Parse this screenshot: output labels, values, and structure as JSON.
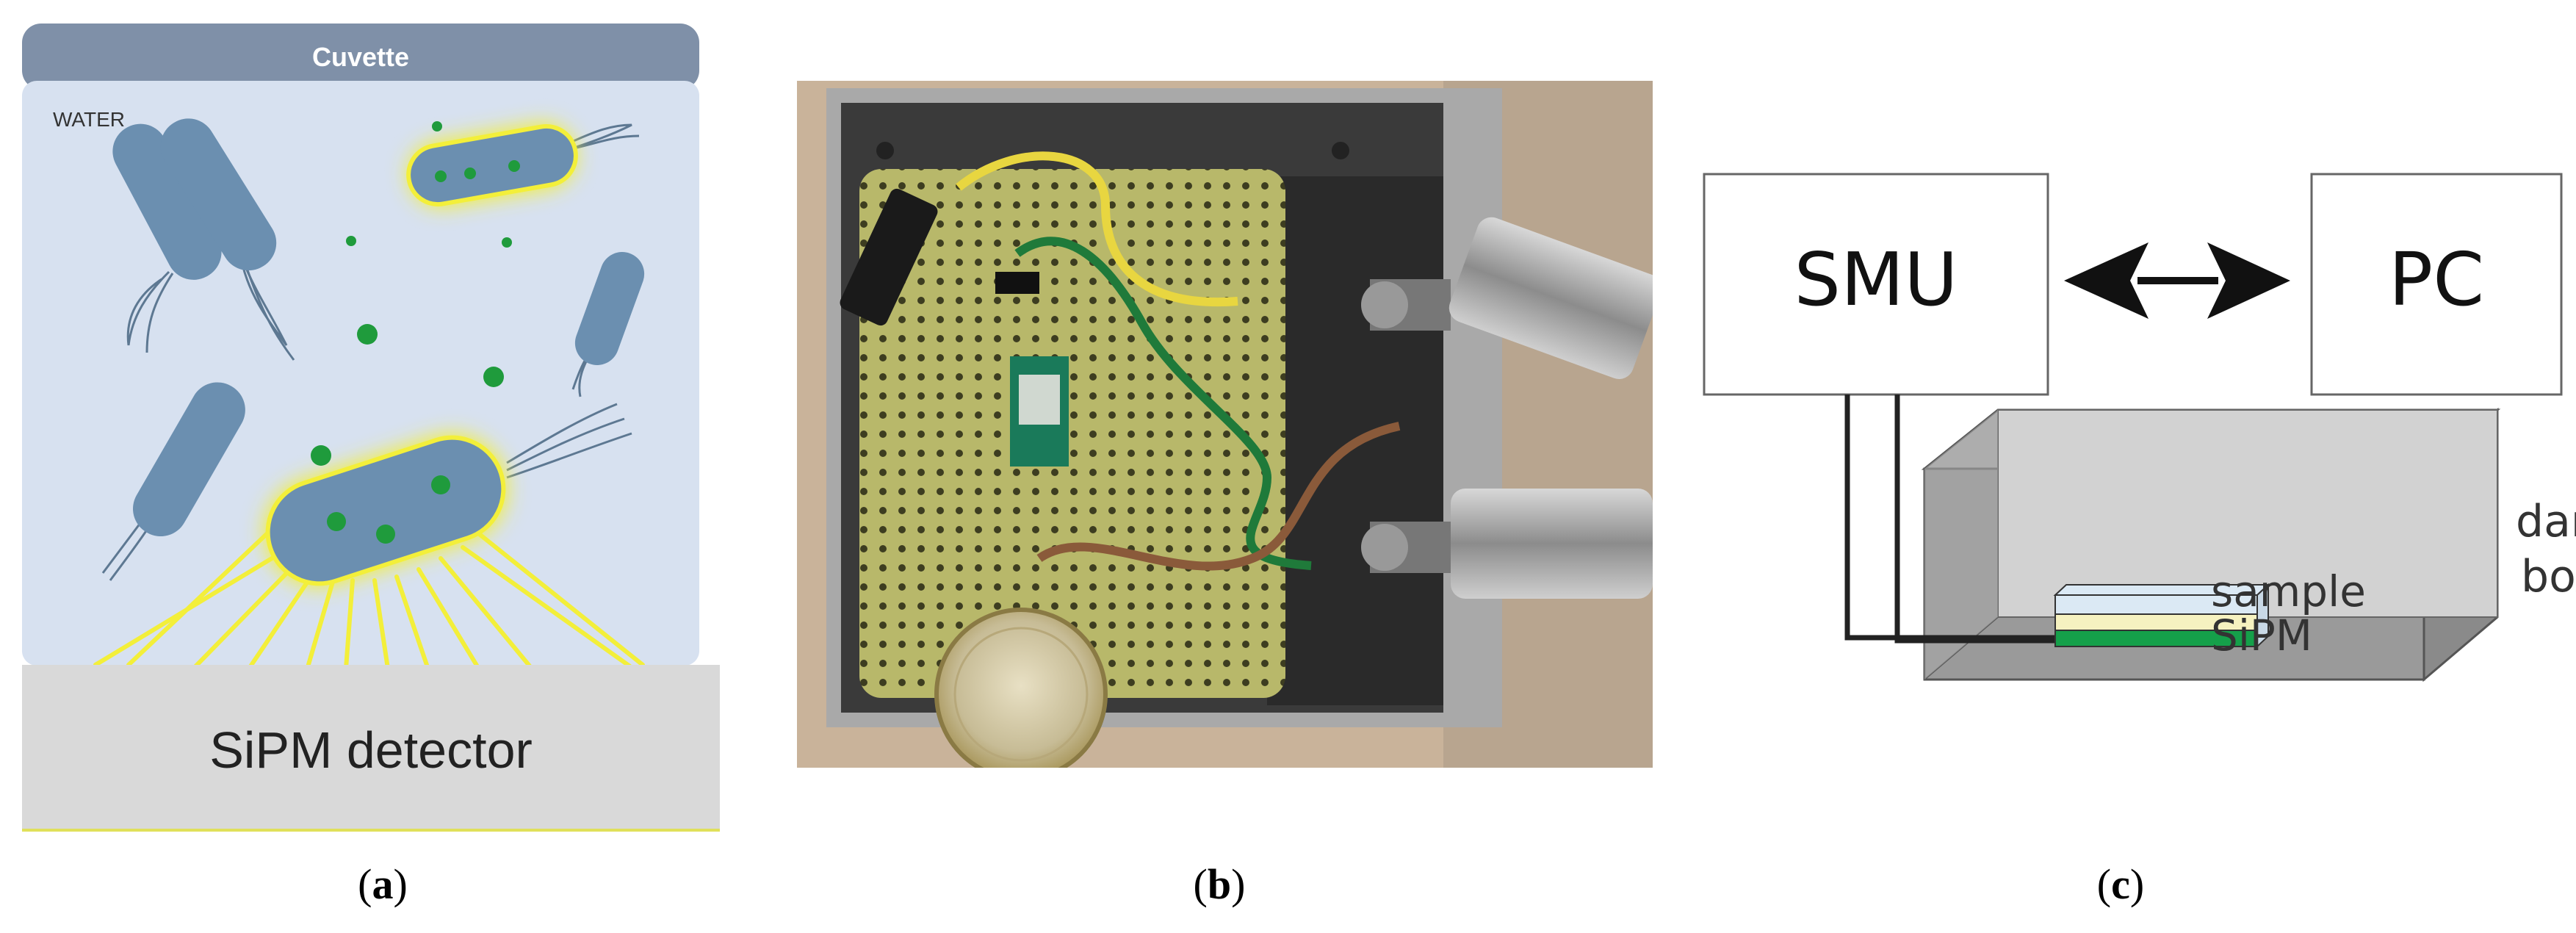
{
  "panel_a": {
    "cuvette_label": "Cuvette",
    "water_label": "WATER",
    "detector_label": "SiPM detector",
    "caption_letter": "a"
  },
  "panel_b": {
    "caption_letter": "b"
  },
  "panel_c": {
    "smu_label": "SMU",
    "pc_label": "PC",
    "sample_label": "sample",
    "sipm_label": "SiPM",
    "darkbox_line1": "dark",
    "darkbox_line2": "box",
    "caption_letter": "c"
  },
  "colors": {
    "cuvette_header": "#7f90a8",
    "water": "#d7e1f0",
    "bacteria": "#6b8fb0",
    "glow": "#f3ef3a",
    "fluor_dot": "#1f9b3c",
    "detector": "#d9d9d9",
    "darkbox": "#9a9a9a",
    "sipm_green": "#15a04a",
    "sample_yellow": "#f6f2c0",
    "sample_blue": "#dbe9f4"
  }
}
